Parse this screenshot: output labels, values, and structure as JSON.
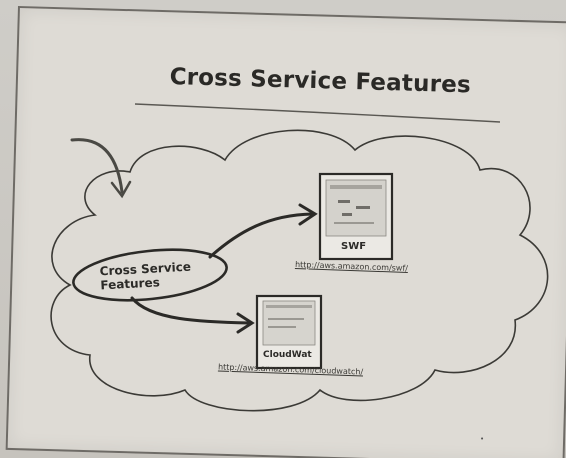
{
  "slide": {
    "title": "Cross Service Features"
  },
  "diagram": {
    "center_node": {
      "label_line1": "Cross Service",
      "label_line2": "Features"
    },
    "services": [
      {
        "name": "SWF",
        "url": "http://aws.amazon.com/swf/",
        "icon": "swf-screenshot-thumbnail"
      },
      {
        "name": "CloudWat",
        "url": "http://aws.amazon.com/cloudwatch/",
        "icon": "cloudwatch-screenshot-thumbnail"
      }
    ],
    "shapes": {
      "container": "cloud",
      "pointer": "hand-drawn-arrow",
      "connectors": "hand-drawn-arrows"
    }
  },
  "colors": {
    "ink": "#2b2a27",
    "paper": "#dedbd5",
    "frame": "#6e6b66"
  }
}
